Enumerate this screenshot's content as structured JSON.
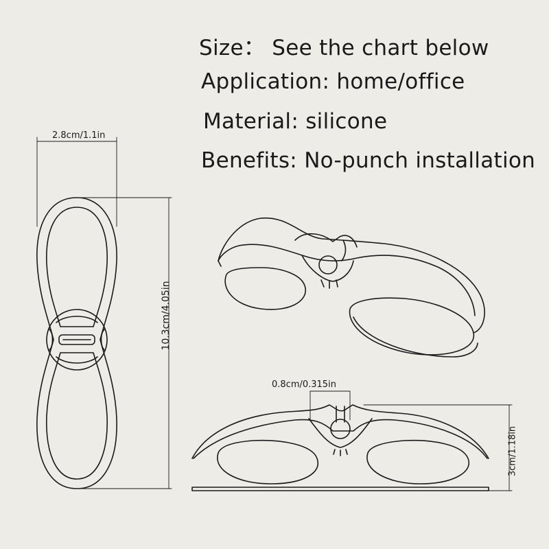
{
  "specs": {
    "size": "Size：  See the chart below",
    "application": "Application: home/office",
    "material": "Material: silicone",
    "benefits": "Benefits: No-punch installation"
  },
  "dimensions": {
    "width": "2.8cm/1.1in",
    "length": "10.3cm/4.05in",
    "gap": "0.8cm/0.315in",
    "height": "3cm/1.18in"
  },
  "colors": {
    "background": "#eeece7",
    "line": "#1a1a1a"
  }
}
